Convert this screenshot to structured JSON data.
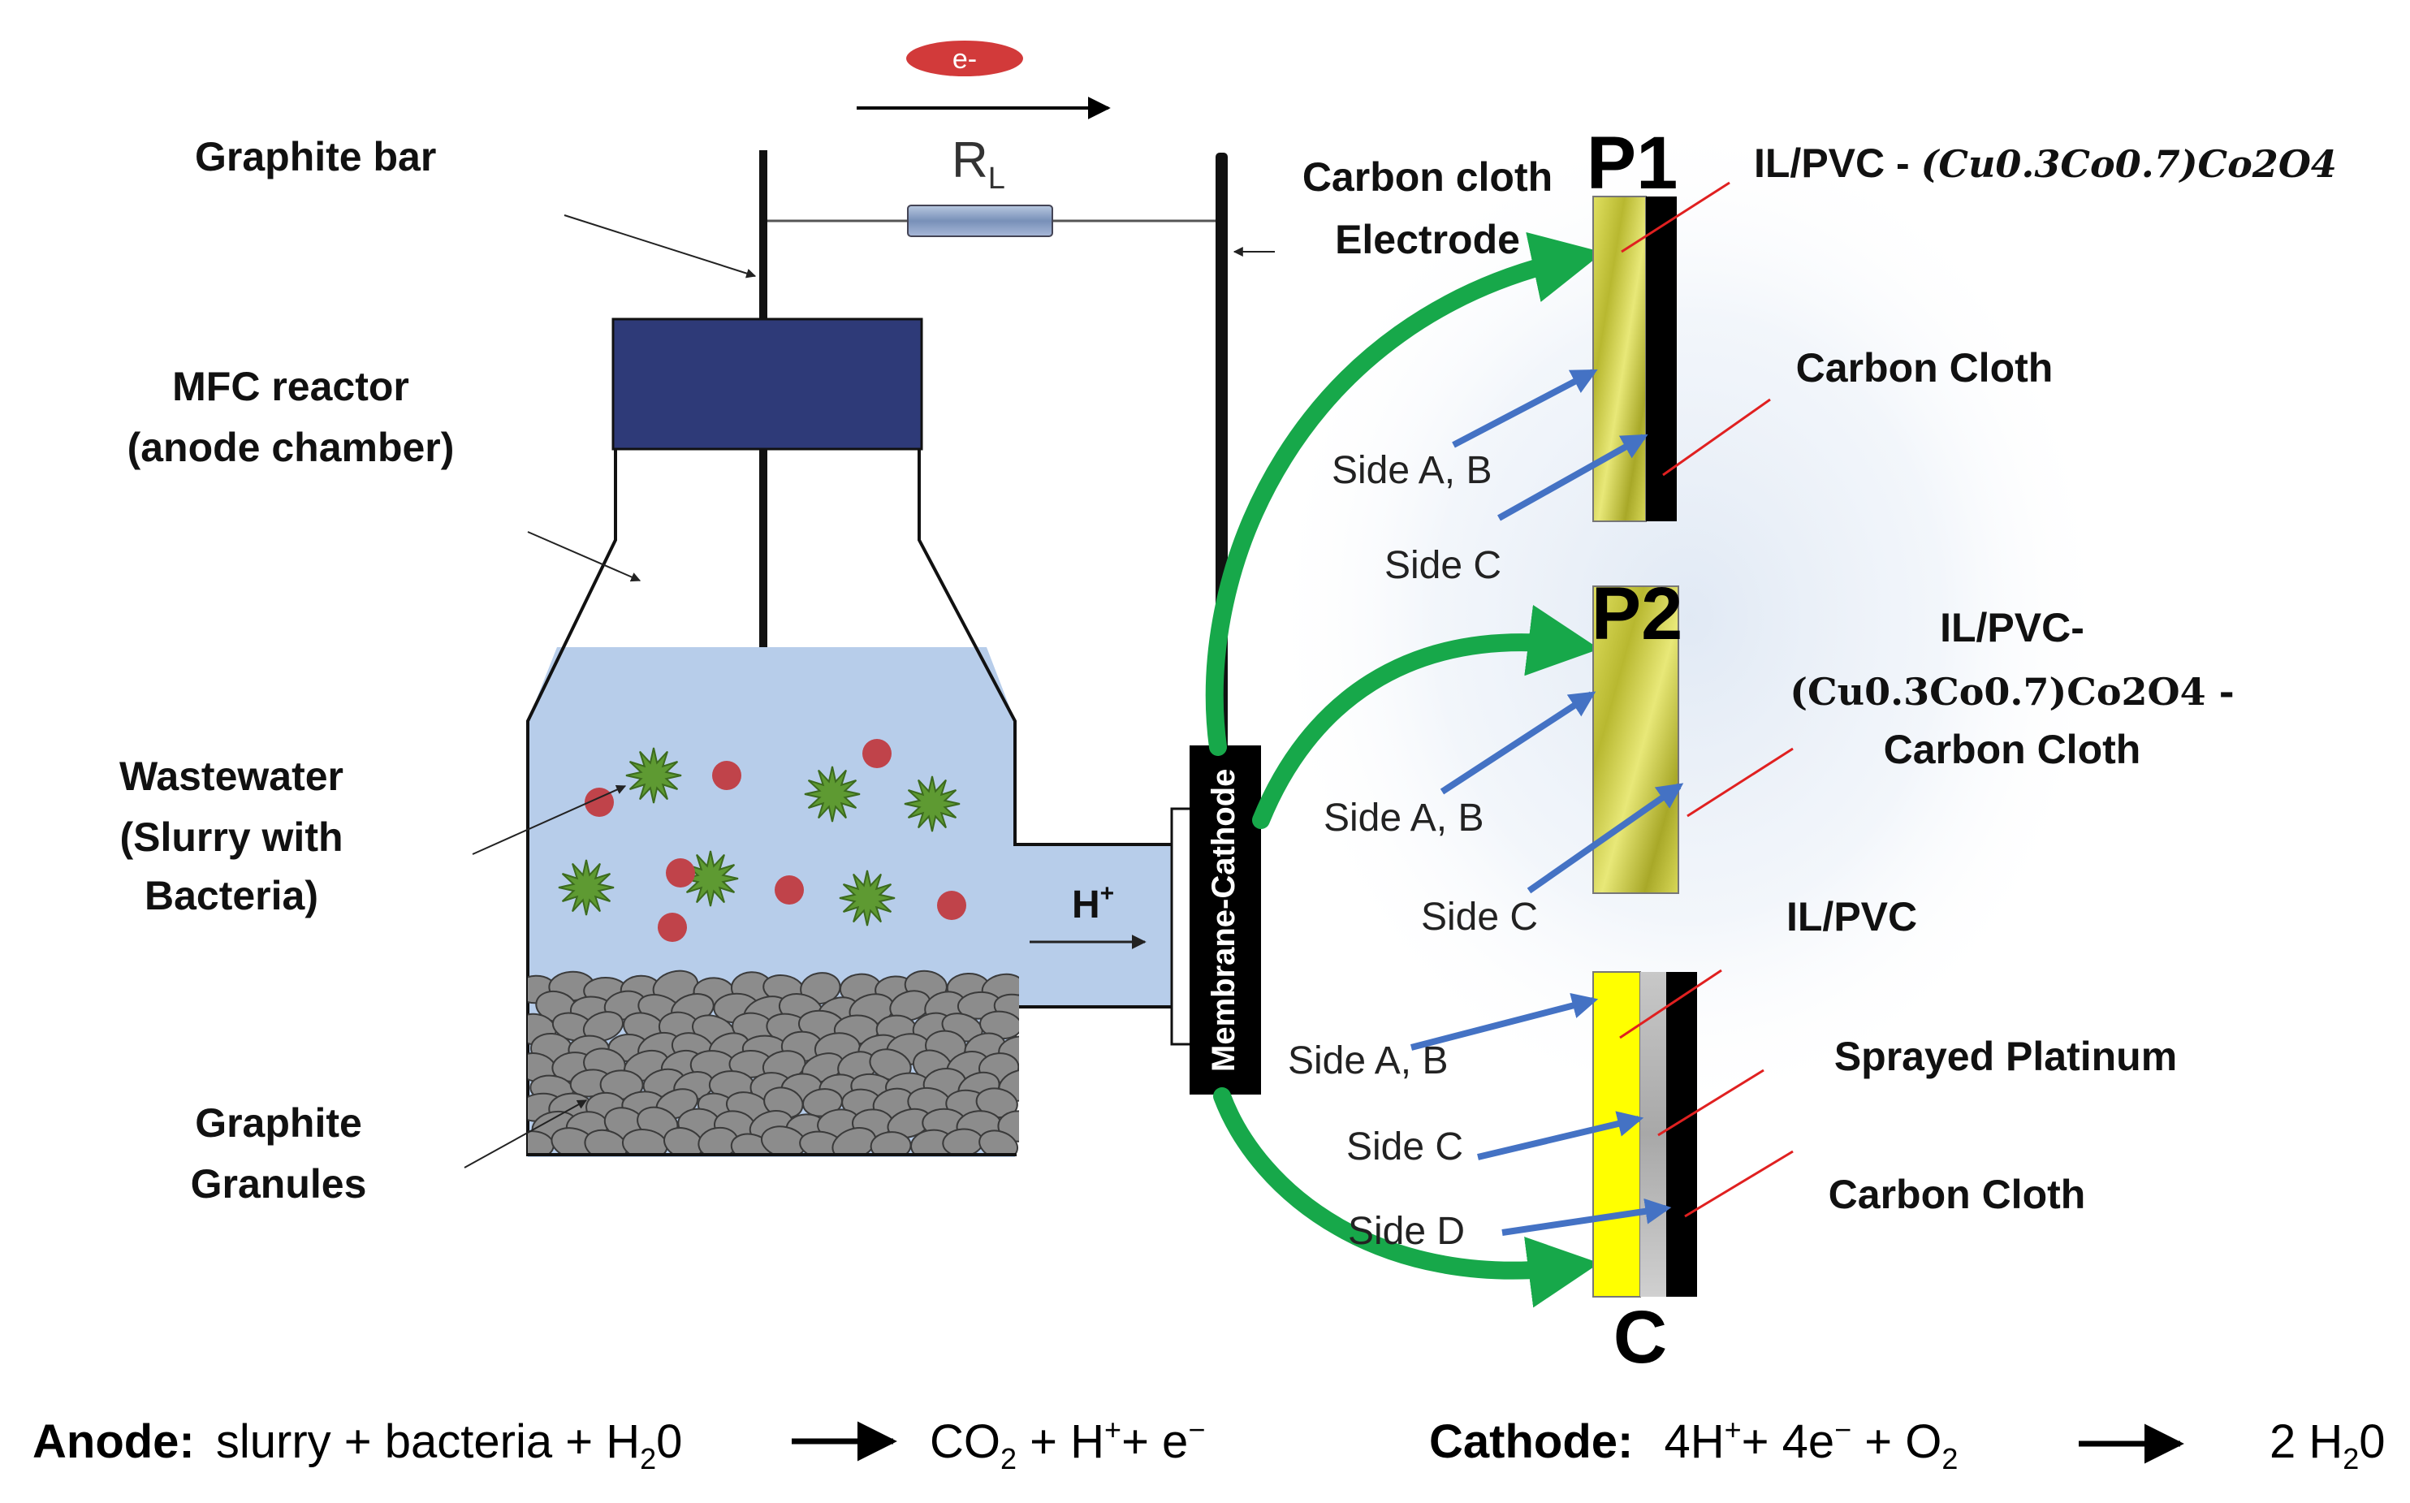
{
  "anode_labels": {
    "graphite_bar": "Graphite bar",
    "mfc_line1": "MFC reactor",
    "mfc_line2": "(anode chamber)",
    "ww_line1": "Wastewater",
    "ww_line2": "(Slurry with",
    "ww_line3": "Bacteria)",
    "gg_line1": "Graphite",
    "gg_line2": "Granules"
  },
  "circuit": {
    "electron": "e-",
    "resistor_main": "R",
    "resistor_sub": "L",
    "proton_main": "H",
    "proton_sup": "+"
  },
  "membrane": {
    "label": "Membrane-Cathode"
  },
  "carbon_cloth_electrode": {
    "line1": "Carbon cloth",
    "line2": "Electrode"
  },
  "panels": {
    "p1": {
      "title": "P1",
      "layer1_prefix": "IL/PVC - ",
      "formula": "(Cu0.3Co0.7)Co2O4",
      "layer2": "Carbon Cloth",
      "side_ab": "Side A, B",
      "side_c": "Side C"
    },
    "p2": {
      "title": "P2",
      "line1": "IL/PVC-",
      "formula": "(Cu0.3Co0.7)Co2O4 -",
      "line3": "Carbon  Cloth",
      "side_ab": "Side A, B",
      "side_c": "Side C"
    },
    "c": {
      "title": "C",
      "layer1": "IL/PVC",
      "layer2": "Sprayed Platinum",
      "layer3": "Carbon Cloth",
      "side_ab": "Side A, B",
      "side_c": "Side C",
      "side_d": "Side D"
    }
  },
  "equations": {
    "anode_label": "Anode:",
    "anode_lhs": "slurry + bacteria + H",
    "anode_lhs_sub": "2",
    "anode_lhs_end": "0",
    "anode_rhs_a": "CO",
    "anode_rhs_sub": "2",
    "anode_rhs_b": " + H",
    "anode_rhs_sup1": "+",
    "anode_rhs_c": "+ e",
    "anode_rhs_sup2": "−",
    "cathode_label": "Cathode:",
    "cathode_lhs_a": "4H",
    "cathode_lhs_sup1": "+",
    "cathode_lhs_b": "+ 4e",
    "cathode_lhs_sup2": "−",
    "cathode_lhs_c": " + O",
    "cathode_lhs_sub": "2",
    "cathode_rhs_a": "2 H",
    "cathode_rhs_sub": "2",
    "cathode_rhs_b": "0"
  },
  "colors": {
    "lid": "#2e3a78",
    "liquid": "#b7cdea",
    "bacteria": "#5e9a32",
    "particle": "#c0434a",
    "granule": "#8c8c8c",
    "green_arrow": "#17a84a",
    "blue_arrow": "#4472c4",
    "red_line": "#e02020",
    "yellow_layer": "#ffff00",
    "textured_yellow": "#c8c838"
  }
}
